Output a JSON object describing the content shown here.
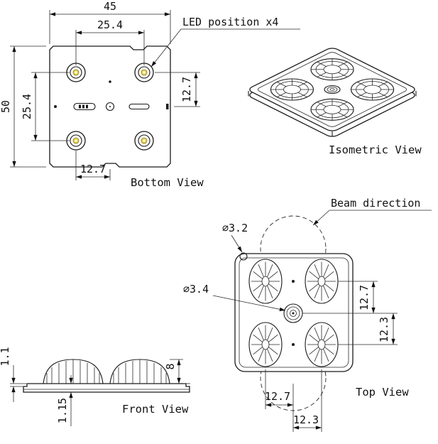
{
  "drawing": {
    "colors": {
      "led": "#e8d44c"
    },
    "bottom_view": {
      "label": "Bottom View",
      "callout_led": "LED position x4",
      "dim_width": "45",
      "dim_led_spacing_h": "25.4",
      "dim_height": "50",
      "dim_led_spacing_v": "25.4",
      "dim_led_offset_right": "12.7",
      "dim_led_offset_bottom": "12.7"
    },
    "isometric_view": {
      "label": "Isometric View"
    },
    "front_view": {
      "label": "Front View",
      "dim_lens_height": "8",
      "dim_step": "1.1",
      "dim_plate": "1.15"
    },
    "top_view": {
      "label": "Top View",
      "callout_beam": "Beam direction",
      "dim_hole": "⌀3.2",
      "dim_center_hole": "⌀3.4",
      "dim_right_1": "12.7",
      "dim_right_2": "12.3",
      "dim_bottom_1": "12.7",
      "dim_bottom_2": "12.3"
    }
  }
}
